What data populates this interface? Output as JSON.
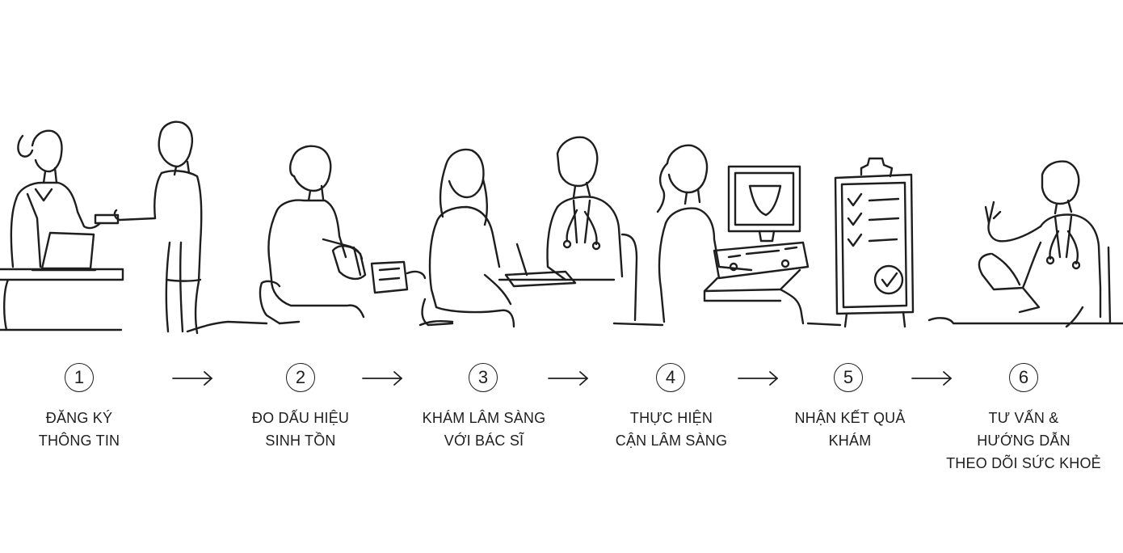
{
  "steps": [
    {
      "number": "1",
      "line1": "ĐĂNG KÝ",
      "line2": "THÔNG TIN",
      "line3": ""
    },
    {
      "number": "2",
      "line1": "ĐO DẤU HIỆU",
      "line2": "SINH TỒN",
      "line3": ""
    },
    {
      "number": "3",
      "line1": "KHÁM LÂM SÀNG",
      "line2": "VỚI BÁC SĨ",
      "line3": ""
    },
    {
      "number": "4",
      "line1": "THỰC HIỆN",
      "line2": "CẬN LÂM SÀNG",
      "line3": ""
    },
    {
      "number": "5",
      "line1": "NHẬN KẾT QUẢ",
      "line2": "KHÁM",
      "line3": ""
    },
    {
      "number": "6",
      "line1": "TƯ VẤN &",
      "line2": "HƯỚNG DẪN",
      "line3": "THEO DÕI SỨC KHOẺ"
    }
  ],
  "scenes": [
    {
      "icon": "registration-scene-icon"
    },
    {
      "icon": "vital-signs-scene-icon"
    },
    {
      "icon": "doctor-consultation-scene-icon"
    },
    {
      "icon": "ultrasound-scene-icon"
    },
    {
      "icon": "results-clipboard-scene-icon"
    },
    {
      "icon": "counseling-scene-icon"
    }
  ],
  "arrow_glyph": "right-arrow-icon",
  "colors": {
    "line": "#1e1e1e",
    "background": "#ffffff"
  }
}
